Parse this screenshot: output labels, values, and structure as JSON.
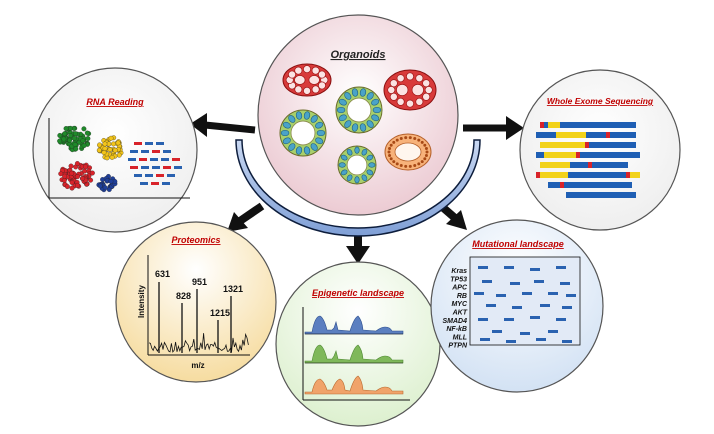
{
  "center": {
    "title": "Organoids"
  },
  "rna": {
    "title": "RNA Reading"
  },
  "wes": {
    "title": "Whole Exome Sequencing"
  },
  "proteomics": {
    "title": "Proteomics",
    "ylabel": "Intensity",
    "xlabel": "m/z",
    "peaks": [
      "631",
      "828",
      "951",
      "1215",
      "1321"
    ]
  },
  "epigenetic": {
    "title": "Epigenetic landscape"
  },
  "mutational": {
    "title": "Mutational landscape",
    "genes": [
      "Kras",
      "TP53",
      "APC",
      "RB",
      "MYC",
      "AKT",
      "SMAD4",
      "NF-kB",
      "MLL",
      "PTPN"
    ]
  },
  "colors": {
    "accent_red": "#c00000",
    "arrow": "#111111",
    "center_fill": "#f3dde2",
    "wes_blue": "#1f5fb4",
    "wes_yellow": "#f2d21a",
    "mut_bar": "#2a62b0"
  }
}
